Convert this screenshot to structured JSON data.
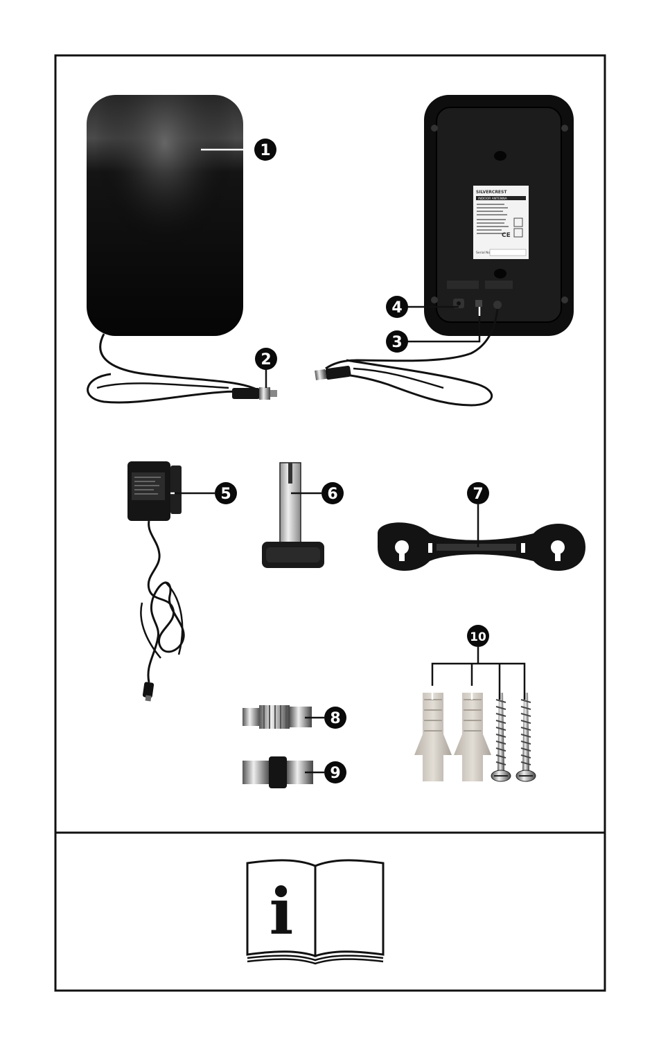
{
  "callouts": [
    {
      "id": "1",
      "label": "1"
    },
    {
      "id": "2",
      "label": "2"
    },
    {
      "id": "3",
      "label": "3"
    },
    {
      "id": "4",
      "label": "4"
    },
    {
      "id": "5",
      "label": "5"
    },
    {
      "id": "6",
      "label": "6"
    },
    {
      "id": "7",
      "label": "7"
    },
    {
      "id": "8",
      "label": "8"
    },
    {
      "id": "9",
      "label": "9"
    },
    {
      "id": "10",
      "label": "10"
    }
  ],
  "rating_label": {
    "brand": "SILVERCREST",
    "product": "INDOOR ANTENNA",
    "serial_prefix": "Serial No."
  },
  "manual_icon": {
    "glyph": "i"
  },
  "colors": {
    "frame": "#111111",
    "device": "#0b0b0b",
    "callout": "#0a0a0a",
    "plastic": "#cfcac2"
  }
}
